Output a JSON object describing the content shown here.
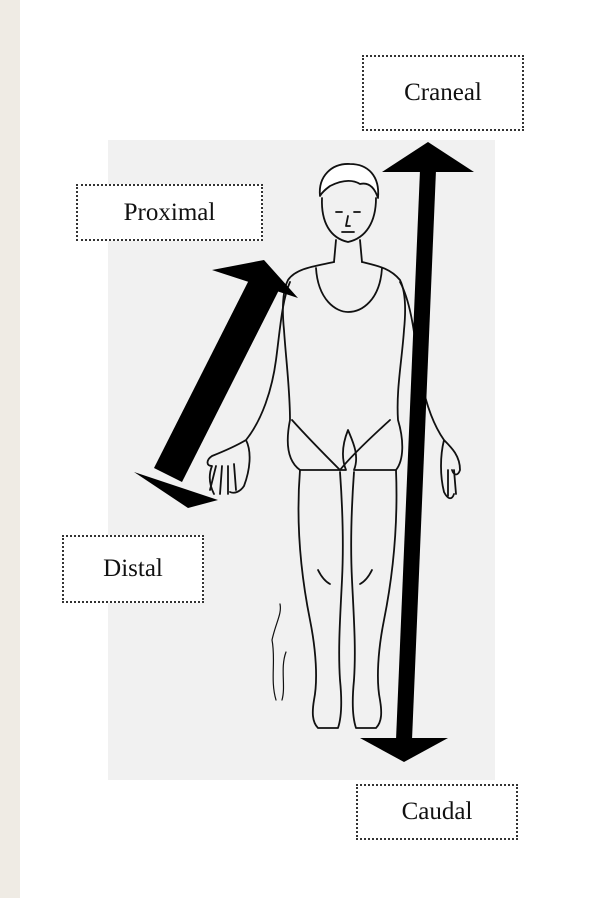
{
  "labels": {
    "craneal": "Craneal",
    "proximal": "Proximal",
    "distal": "Distal",
    "caudal": "Caudal"
  },
  "colors": {
    "page_background": "#efebe4",
    "panel_background": "#f1f1f1",
    "arrow": "#000000"
  },
  "icons": {
    "cranial_caudal_arrow": "double-headed-vertical-arrow",
    "proximal_distal_arrow": "double-headed-diagonal-arrow",
    "figure": "human-body-outline"
  }
}
